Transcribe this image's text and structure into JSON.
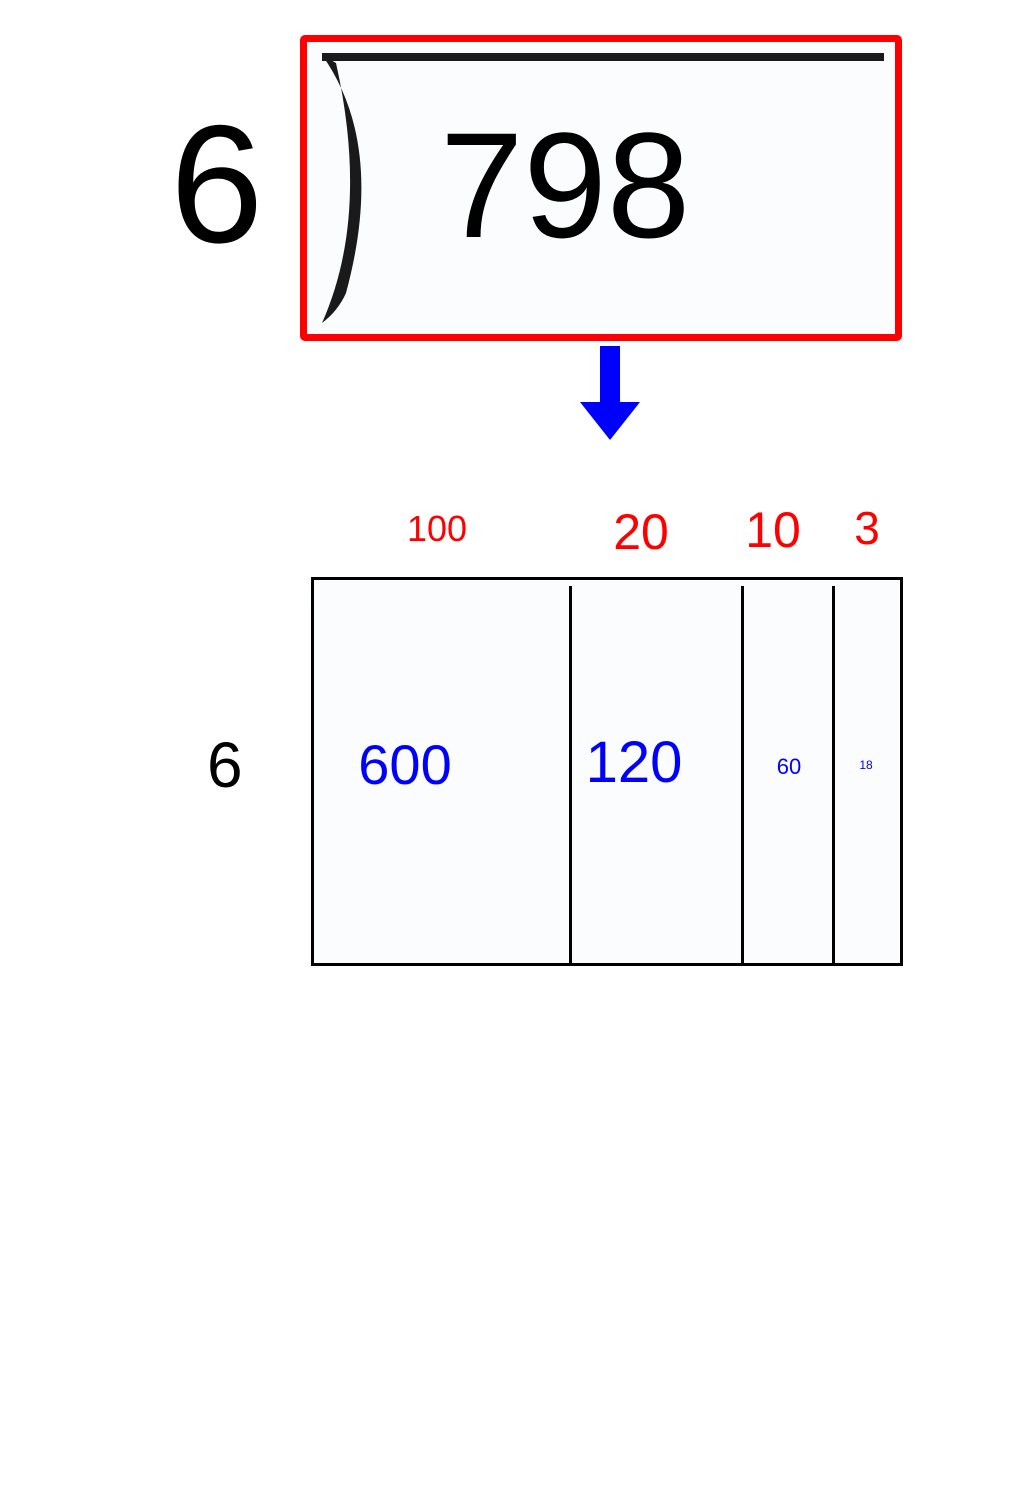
{
  "division": {
    "divisor": "6",
    "dividend": "798",
    "highlight_color": "#ff0000"
  },
  "arrow": {
    "icon": "down-arrow-icon",
    "color": "#0000ff"
  },
  "area_model": {
    "side_label": "6",
    "columns": [
      {
        "factor": "100",
        "product": "600"
      },
      {
        "factor": "20",
        "product": "120"
      },
      {
        "factor": "10",
        "product": "60"
      },
      {
        "factor": "3",
        "product": "18"
      }
    ],
    "factor_color": "#ff0000",
    "product_color": "#0000ff"
  }
}
